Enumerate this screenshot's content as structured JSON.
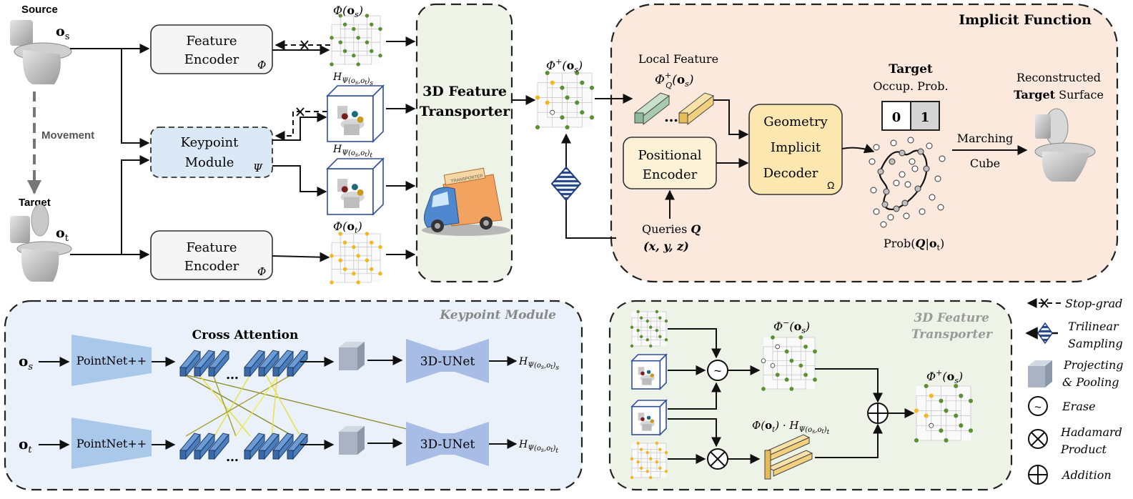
{
  "top": {
    "source_label": "Source",
    "os_label": "o_s",
    "target_label": "Target",
    "ot_label": "o_t",
    "movement_label": "Movement",
    "feature_encoder": "Feature Encoder",
    "feature_encoder_line1": "Feature",
    "feature_encoder_line2": "Encoder",
    "phi": "Φ",
    "keypoint_module_line1": "Keypoint",
    "keypoint_module_line2": "Module",
    "psi": "Ψ",
    "phi_os": "Φ(o_s)",
    "phi_ot": "Φ(o_t)",
    "h_s": "H_Ψ(o_s,o_t)_s",
    "h_t": "H_Ψ(o_s,o_t)_t",
    "transporter_line1": "3D Feature",
    "transporter_line2": "Transporter",
    "truck_text": "TRANSPORTER",
    "phi_plus": "Φ⁺(o_s)"
  },
  "implicit": {
    "title": "Implicit Function",
    "local_feature": "Local Feature",
    "local_feature_sym": "Φ⁺_Q(o_s)",
    "dots": "…",
    "positional_line1": "Positional",
    "positional_line2": "Encoder",
    "decoder_line1": "Geometry",
    "decoder_line2": "Implicit",
    "decoder_line3": "Decoder",
    "omega": "Ω",
    "queries_line1": "Queries Q",
    "queries_line2": "(x, y, z)",
    "target_bold": "Target",
    "occup": "Occup. Prob.",
    "zero": "0",
    "one": "1",
    "prob": "Prob(Q|o_t)",
    "marching": "Marching",
    "cube": "Cube",
    "reconstructed": "Reconstructed",
    "target_surface_bold": "Target",
    "surface": " Surface"
  },
  "keypoint_panel": {
    "title": "Keypoint Module",
    "cross_attention": "Cross Attention",
    "os": "o_s",
    "ot": "o_t",
    "pointnet": "PointNet++",
    "unet": "3D-UNet",
    "dots": "…",
    "h_s": "H_Ψ(o_s,o_t)_s",
    "h_t": "H_Ψ(o_s,o_t)_t"
  },
  "transporter_panel": {
    "title_line1": "3D Feature",
    "title_line2": "Transporter",
    "phi_minus": "Φ⁻(o_s)",
    "product": "Φ(o_t) · H_Ψ(o_s,o_t)_t",
    "phi_plus": "Φ⁺(o_s)",
    "erase_op": "~"
  },
  "legend": {
    "stop_grad": "Stop-grad",
    "trilinear_line1": "Trilinear",
    "trilinear_line2": "Sampling",
    "projecting_line1": "Projecting",
    "projecting_line2": "& Pooling",
    "erase": "Erase",
    "hadamard_line1": "Hadamard",
    "hadamard_line2": "Product",
    "addition": "Addition",
    "erase_symbol": "~"
  },
  "colors": {
    "implicit_bg": "#fbe9de",
    "keypoint_bg": "#eaf1fa",
    "transporter_bg": "#edf4e7",
    "encoder_fill": "#f5f5f5",
    "keypoint_fill": "#dbe8f5",
    "positional_fill": "#fdf1d6",
    "decoder_fill": "#fde7b0",
    "green_dot": "#5a8f32",
    "yellow_dot": "#f2b81b",
    "bar_blue": "#4a7fbf",
    "bar_green": "#a8cbb0",
    "bar_yellow": "#f3d07d",
    "funnel": "#9fc0e6",
    "unet": "#a7bde6"
  }
}
